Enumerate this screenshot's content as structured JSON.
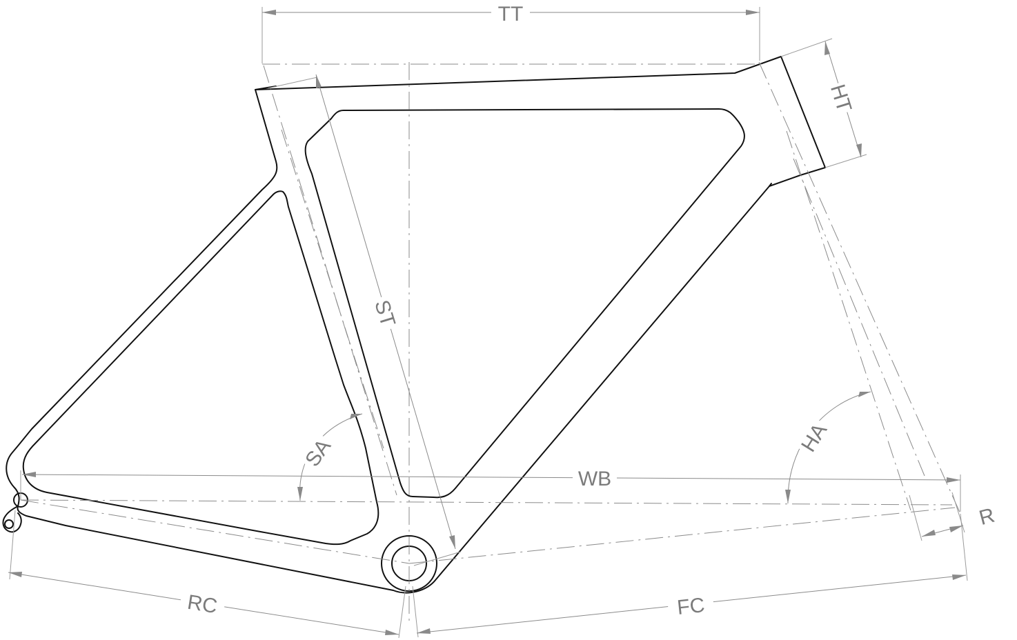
{
  "labels": {
    "tt": "TT",
    "ht": "HT",
    "st": "ST",
    "sa": "SA",
    "ha": "HA",
    "wb": "WB",
    "r": "R",
    "rc": "RC",
    "fc": "FC"
  },
  "colors": {
    "frame_line": "#111111",
    "dimension_line": "#8a8a8a",
    "label_text": "#7b7b7b",
    "background": "#ffffff"
  }
}
